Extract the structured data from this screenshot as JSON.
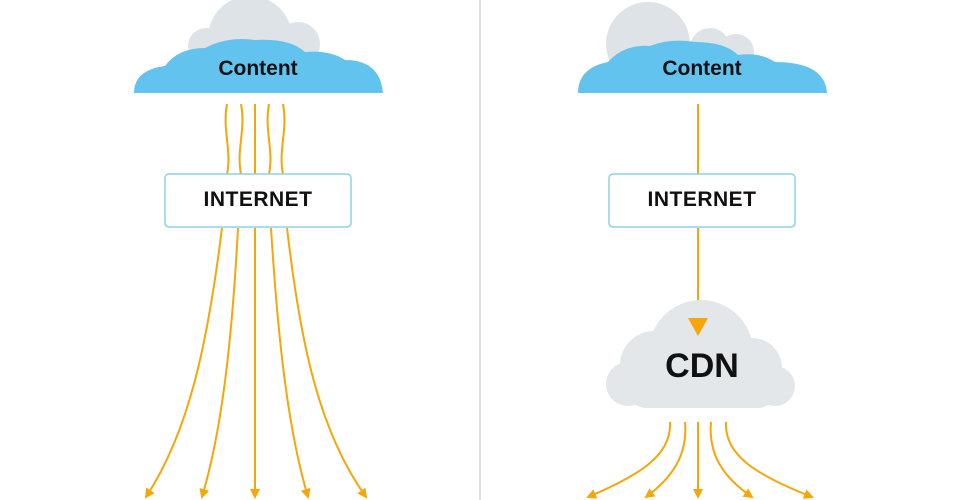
{
  "left_panel": {
    "source_label": "Content",
    "middle_label": "INTERNET"
  },
  "right_panel": {
    "source_label": "Content",
    "middle_label": "INTERNET",
    "cdn_label": "CDN"
  },
  "colors": {
    "content_cloud": "#62c4ee",
    "back_cloud": "#dde3e7",
    "cdn_cloud": "#e3e7ea",
    "arrow": "#f6a609",
    "box_border": "#8ad3e2",
    "divider": "#d6d6d6",
    "text": "#111111"
  }
}
